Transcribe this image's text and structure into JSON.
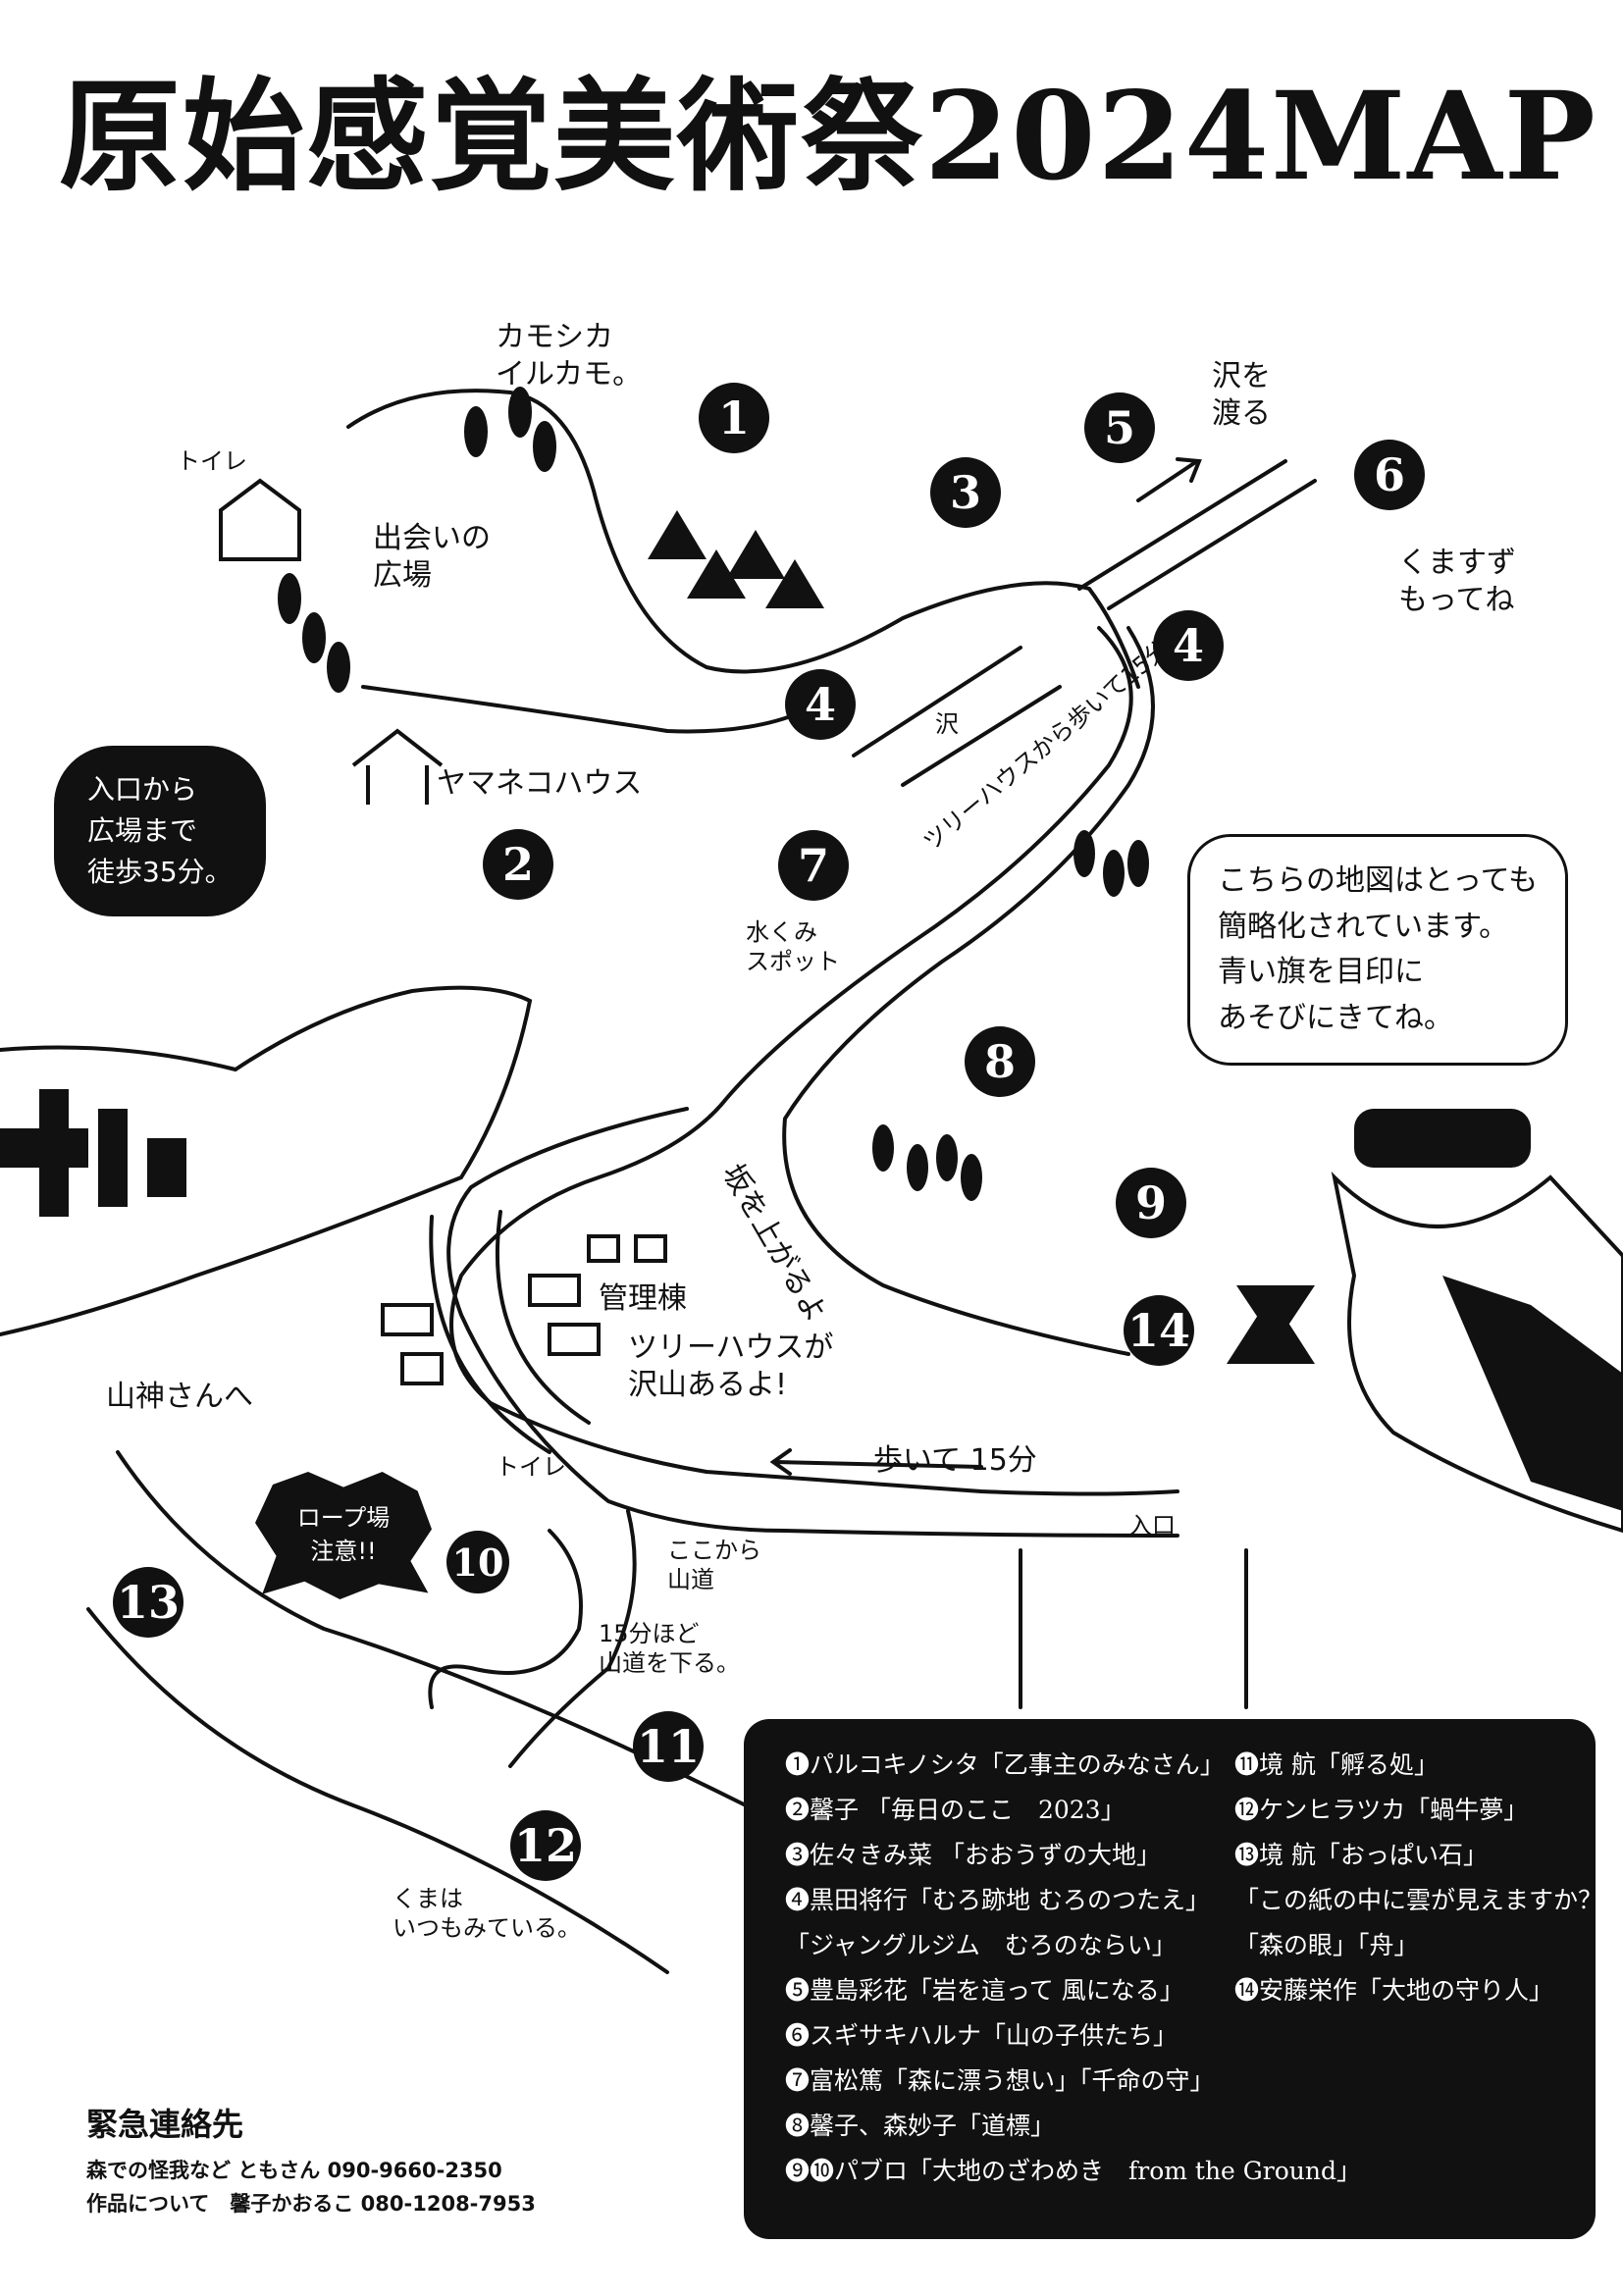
{
  "title": "原始感覚美術祭2024MAP",
  "labels": {
    "kamoshika": "カモシカ\nイルカモ。",
    "toilet_top": "トイレ",
    "plaza": "出会いの\n広場",
    "yamane_house": "ヤマネコハウス",
    "sawa": "沢",
    "cross_stream": "沢を\n渡る",
    "bear_top": "くますず\nもってね",
    "treehouse_path": "ツリーハウスから歩いて15分",
    "water_spot": "水くみ\nスポット",
    "slope": "坂を上がるよ",
    "kanri": "管理棟",
    "treehouses": "ツリーハウスが\n沢山あるよ!",
    "yamagami": "山神さんへ",
    "toilet_bottom": "トイレ",
    "rope": "ロープ場\n注意!!",
    "walk15": "歩いて 15分",
    "entrance": "入口",
    "mountain_path": "ここから\n山道",
    "down15": "15分ほど\n山道を下る。",
    "bear_bottom": "くまは\nいつもみている。"
  },
  "bubble_entrance": "入口から\n広場まで\n徒歩35分。",
  "bubble_info": "こちらの地図はとっても\n簡略化されています。\n青い旗を目印に\nあそびにきてね。",
  "markers": [
    "1",
    "2",
    "3",
    "4",
    "4",
    "5",
    "6",
    "7",
    "8",
    "9",
    "10",
    "11",
    "12",
    "13",
    "14"
  ],
  "legend": {
    "left": [
      "❶パルコキノシタ「乙事主のみなさん」",
      "❷馨子 「毎日のここ　2023」",
      "❸佐々きみ菜 「おおうずの大地」",
      "❹黒田将行「むろ跡地 むろのつたえ」",
      "「ジャングルジム　むろのならい」",
      "❺豊島彩花「岩を這って 風になる」",
      "❻スギサキハルナ「山の子供たち」",
      "❼富松篤「森に漂う想い」「千命の守」",
      "❽馨子、森妙子「道標」",
      "❾❿パブロ「大地のざわめき　from the Ground」"
    ],
    "right": [
      "⓫境 航「孵る処」",
      "⓬ケンヒラツカ「蝸牛夢」",
      "⓭境 航「おっぱい石」",
      "「この紙の中に雲が見えますか？」",
      "「森の眼」「舟」",
      "⓮安藤栄作「大地の守り人」"
    ]
  },
  "emergency": {
    "heading": "緊急連絡先",
    "line1": "森での怪我など ともさん 090-9660-2350",
    "line2": "作品について　馨子かおるこ 080-1208-7953"
  },
  "colors": {
    "ink": "#111111",
    "paper": "#ffffff"
  }
}
